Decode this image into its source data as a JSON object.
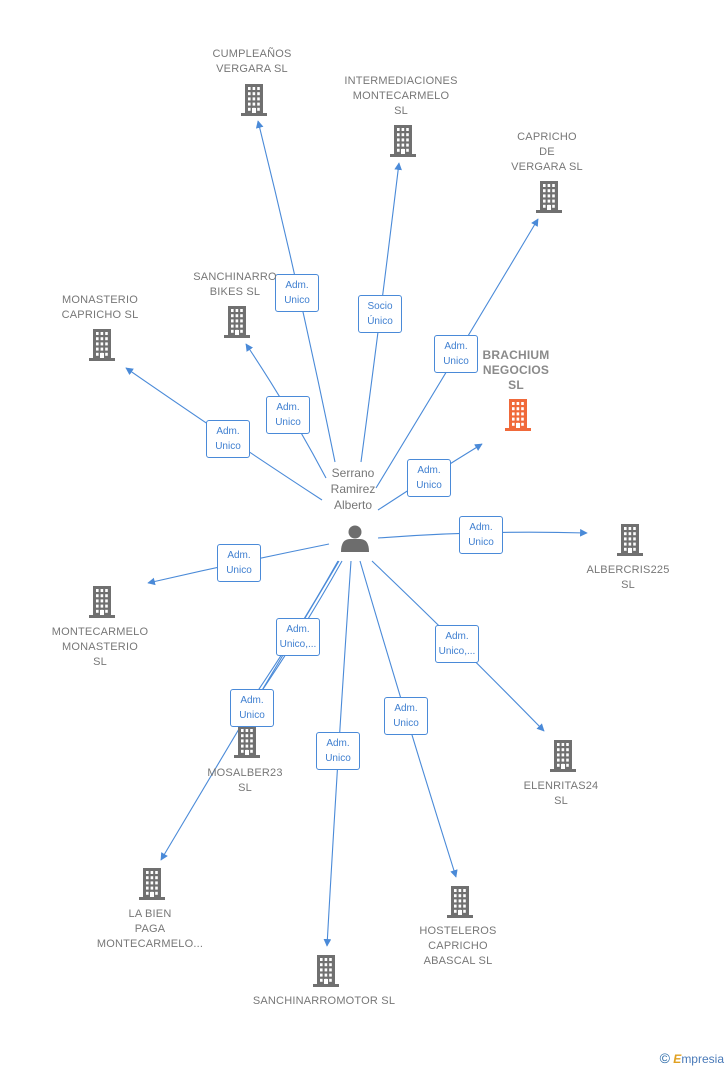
{
  "center": {
    "label": "Serrano\nRamirez\nAlberto",
    "icon": "person-icon"
  },
  "colors": {
    "edge": "#4a8ad8",
    "building": "#707070",
    "focus_building": "#f0693a",
    "label": "#777777"
  },
  "nodes": [
    {
      "id": "cumpleanos",
      "label": "CUMPLEAÑOS\nVERGARA  SL",
      "icon": "building-icon"
    },
    {
      "id": "intermediaciones",
      "label": "INTERMEDIACIONES\nMONTECARMELO\nSL",
      "icon": "building-icon"
    },
    {
      "id": "capricho_vergara",
      "label": "CAPRICHO\nDE\nVERGARA  SL",
      "icon": "building-icon"
    },
    {
      "id": "sanchinarro_bikes",
      "label": "SANCHINARRO\nBIKES  SL",
      "icon": "building-icon"
    },
    {
      "id": "monasterio",
      "label": "MONASTERIO\nCAPRICHO  SL",
      "icon": "building-icon"
    },
    {
      "id": "brachium",
      "label": "BRACHIUM\nNEGOCIOS\nSL",
      "icon": "building-icon",
      "focus": true
    },
    {
      "id": "albercris",
      "label": "ALBERCRIS225\nSL",
      "icon": "building-icon"
    },
    {
      "id": "montecarmelo_monasterio",
      "label": "MONTECARMELO\nMONASTERIO\nSL",
      "icon": "building-icon"
    },
    {
      "id": "mosalber",
      "label": "MOSALBER23\nSL",
      "icon": "building-icon"
    },
    {
      "id": "elenritas",
      "label": "ELENRITAS24\nSL",
      "icon": "building-icon"
    },
    {
      "id": "la_bien_paga",
      "label": "LA BIEN\nPAGA\nMONTECARMELO...",
      "icon": "building-icon"
    },
    {
      "id": "hosteleros",
      "label": "HOSTELEROS\nCAPRICHO\nABASCAL  SL",
      "icon": "building-icon"
    },
    {
      "id": "sanchinarromotor",
      "label": "SANCHINARROMOTOR SL",
      "icon": "building-icon"
    }
  ],
  "edges": [
    {
      "to": "cumpleanos",
      "label": "Adm.\nUnico"
    },
    {
      "to": "intermediaciones",
      "label": "Socio\nÚnico"
    },
    {
      "to": "capricho_vergara",
      "label": "Adm.\nUnico"
    },
    {
      "to": "sanchinarro_bikes",
      "label": "Adm.\nUnico"
    },
    {
      "to": "monasterio",
      "label": "Adm.\nUnico"
    },
    {
      "to": "brachium",
      "label": "Adm.\nUnico"
    },
    {
      "to": "albercris",
      "label": "Adm.\nUnico"
    },
    {
      "to": "montecarmelo_monasterio",
      "label": "Adm.\nUnico"
    },
    {
      "to": "mosalber",
      "label": "Adm.\nUnico,..."
    },
    {
      "to": "elenritas",
      "label": "Adm.\nUnico,..."
    },
    {
      "to": "la_bien_paga",
      "label": "Adm.\nUnico"
    },
    {
      "to": "hosteleros",
      "label": "Adm.\nUnico"
    },
    {
      "to": "sanchinarromotor",
      "label": "Adm.\nUnico"
    }
  ],
  "watermark": {
    "copyright": "©",
    "brand_initial": "E",
    "brand_rest": "mpresia"
  }
}
